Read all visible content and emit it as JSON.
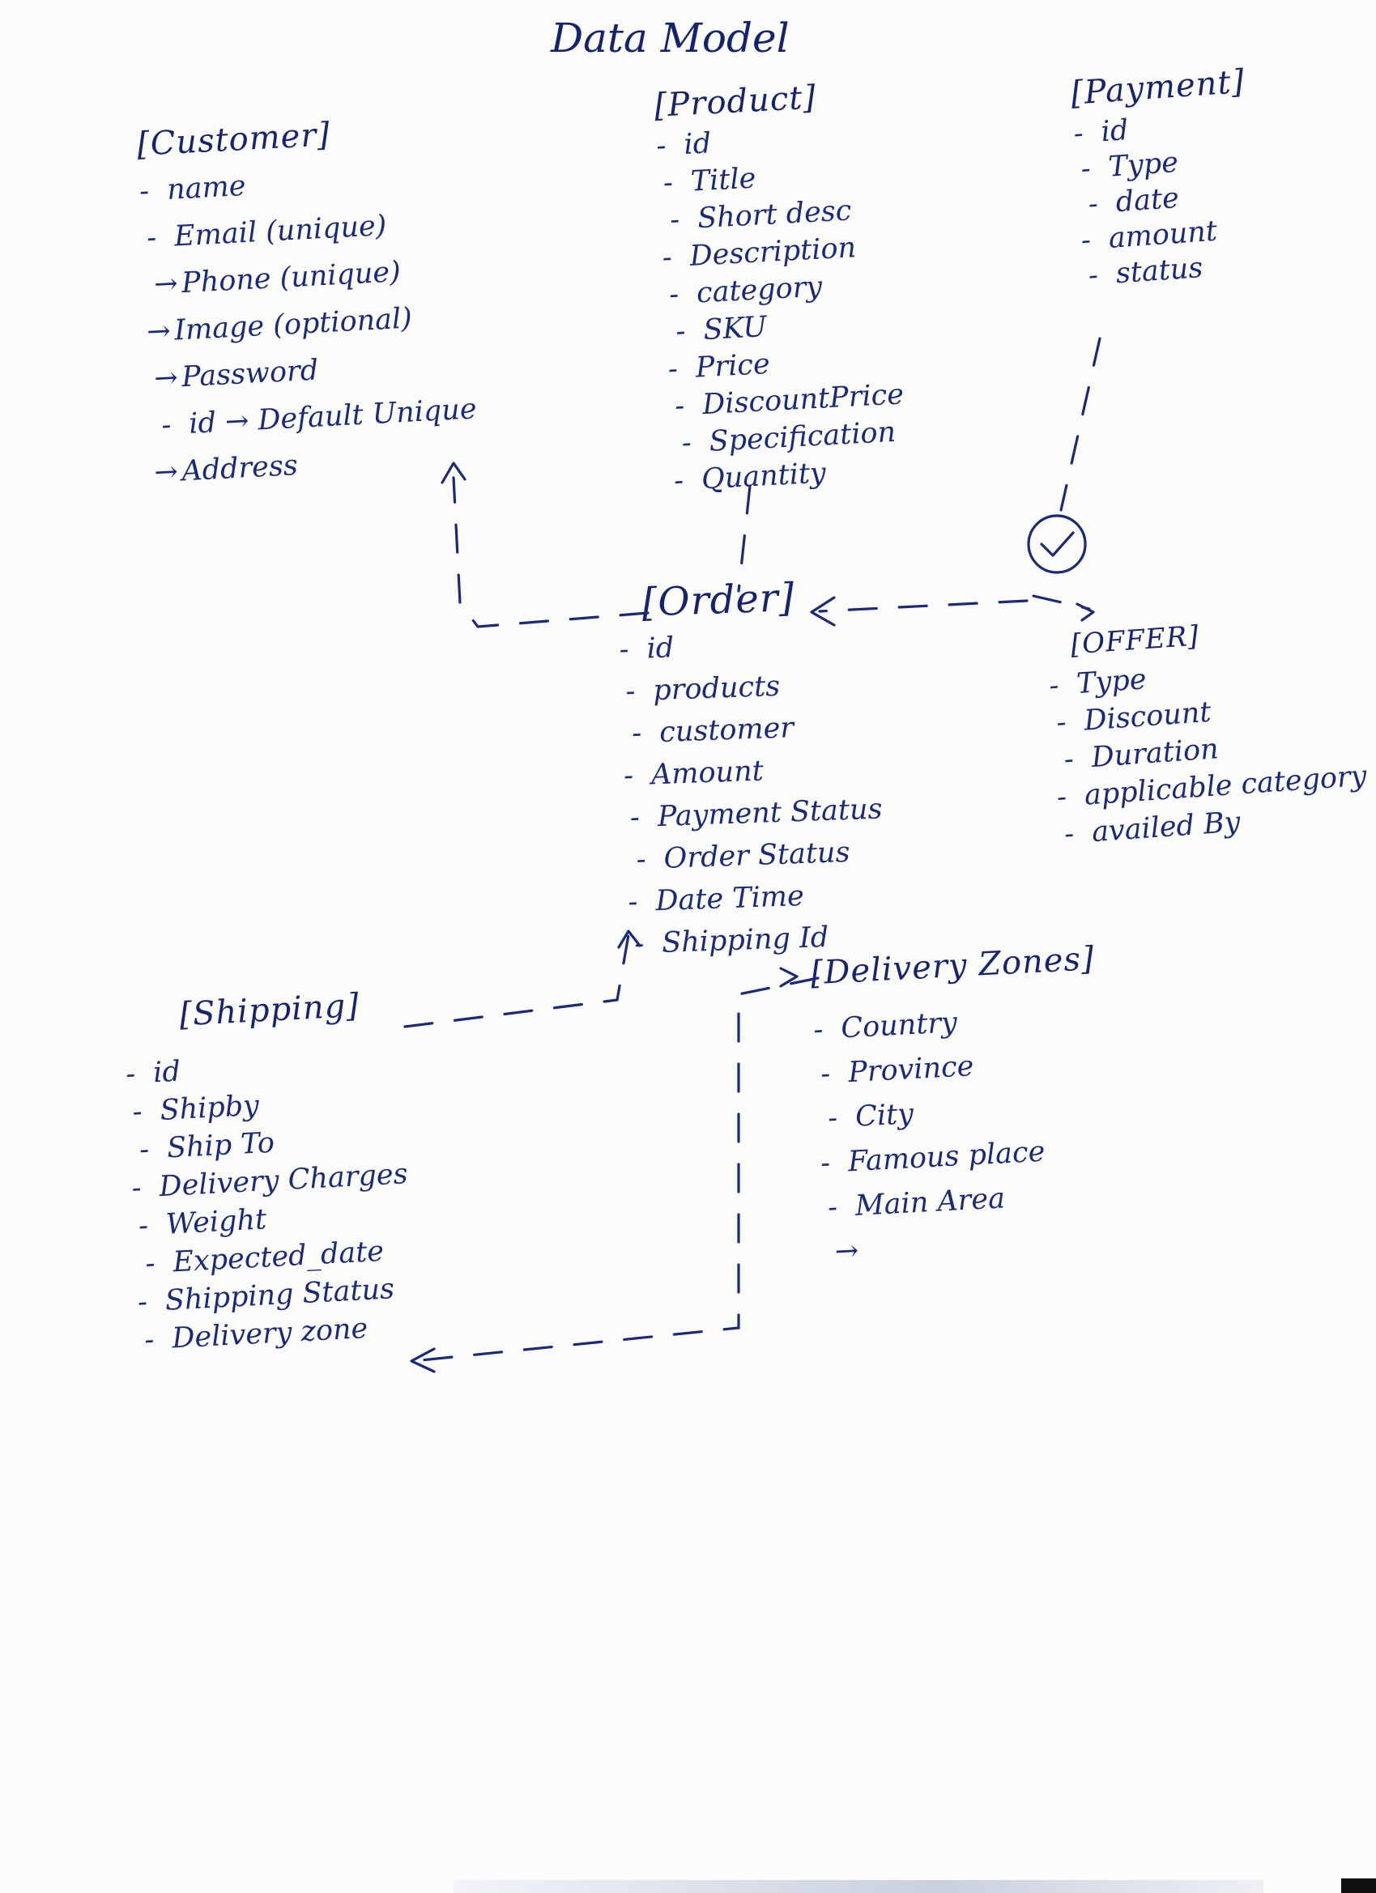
{
  "title": "Data  Model",
  "entities": {
    "customer": {
      "title": "[Customer]",
      "fields": [
        {
          "mark": "-",
          "text": "name"
        },
        {
          "mark": "-",
          "text": "Email (unique)"
        },
        {
          "mark": "→",
          "text": "Phone (unique)"
        },
        {
          "mark": "→",
          "text": "Image (optional)"
        },
        {
          "mark": "→",
          "text": "Password"
        },
        {
          "mark": "-",
          "text": "id → Default Unique"
        },
        {
          "mark": "→",
          "text": "Address"
        }
      ]
    },
    "product": {
      "title": "[Product]",
      "fields": [
        {
          "mark": "-",
          "text": "id"
        },
        {
          "mark": "-",
          "text": "Title"
        },
        {
          "mark": "-",
          "text": "Short desc"
        },
        {
          "mark": "-",
          "text": "Description"
        },
        {
          "mark": "-",
          "text": "category"
        },
        {
          "mark": "-",
          "text": "SKU"
        },
        {
          "mark": "-",
          "text": "Price"
        },
        {
          "mark": "-",
          "text": "DiscountPrice"
        },
        {
          "mark": "-",
          "text": "Specification"
        },
        {
          "mark": "-",
          "text": "Quantity"
        }
      ]
    },
    "payment": {
      "title": "[Payment]",
      "fields": [
        {
          "mark": "-",
          "text": "id"
        },
        {
          "mark": "-",
          "text": "Type"
        },
        {
          "mark": "-",
          "text": "date"
        },
        {
          "mark": "-",
          "text": "amount"
        },
        {
          "mark": "-",
          "text": "status"
        }
      ]
    },
    "order": {
      "title": "[Order]",
      "fields": [
        {
          "mark": "-",
          "text": "id"
        },
        {
          "mark": "-",
          "text": "products"
        },
        {
          "mark": "-",
          "text": "customer"
        },
        {
          "mark": "-",
          "text": "Amount"
        },
        {
          "mark": "-",
          "text": "Payment Status"
        },
        {
          "mark": "-",
          "text": "Order Status"
        },
        {
          "mark": "-",
          "text": "Date Time"
        },
        {
          "mark": "-",
          "text": "Shipping Id"
        }
      ]
    },
    "offer": {
      "title": "[OFFER]",
      "fields": [
        {
          "mark": "-",
          "text": "Type"
        },
        {
          "mark": "-",
          "text": "Discount"
        },
        {
          "mark": "-",
          "text": "Duration"
        },
        {
          "mark": "-",
          "text": "applicable category"
        },
        {
          "mark": "-",
          "text": "availed By"
        }
      ]
    },
    "shipping": {
      "title": "[Shipping]",
      "fields": [
        {
          "mark": "-",
          "text": "id"
        },
        {
          "mark": "-",
          "text": "Shipby"
        },
        {
          "mark": "-",
          "text": "Ship To"
        },
        {
          "mark": "-",
          "text": "Delivery Charges"
        },
        {
          "mark": "-",
          "text": "Weight"
        },
        {
          "mark": "-",
          "text": "Expected_date"
        },
        {
          "mark": "-",
          "text": "Shipping Status"
        },
        {
          "mark": "-",
          "text": "Delivery zone"
        }
      ]
    },
    "delivery_zones": {
      "title": "[Delivery  Zones]",
      "fields": [
        {
          "mark": "-",
          "text": "Country"
        },
        {
          "mark": "-",
          "text": "Province"
        },
        {
          "mark": "-",
          "text": "City"
        },
        {
          "mark": "-",
          "text": "Famous place"
        },
        {
          "mark": "-",
          "text": "Main Area"
        },
        {
          "mark": "→",
          "text": ""
        }
      ]
    }
  },
  "colors": {
    "ink": "#1b2a78",
    "paper": "#fbfbfa",
    "bleed": "#c7d4e6"
  }
}
